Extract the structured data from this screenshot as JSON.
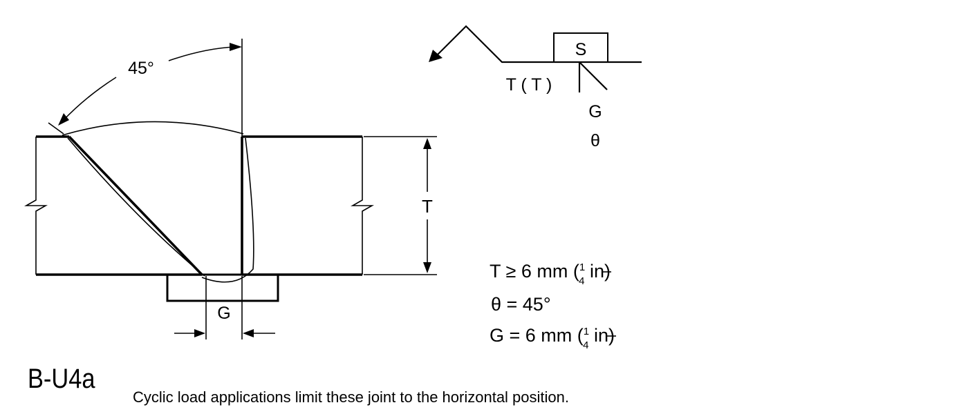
{
  "joint": {
    "designation": "B-U4a",
    "note": "Cyclic load applications limit these joint to the horizontal position."
  },
  "detail": {
    "angle_label": "45°",
    "thickness_label": "T",
    "gap_label": "G"
  },
  "weld_symbol": {
    "groove_size": "T ( T )",
    "spacer_label": "S",
    "gap_label": "G",
    "angle_label": "θ"
  },
  "requirements": {
    "thickness": {
      "prefix": "T ≥ 6 mm (",
      "num": "1",
      "den": "4",
      "suffix": " in)"
    },
    "angle": "θ = 45°",
    "gap": {
      "prefix": "G = 6 mm (",
      "num": "1",
      "den": "4",
      "suffix": " in)"
    }
  }
}
